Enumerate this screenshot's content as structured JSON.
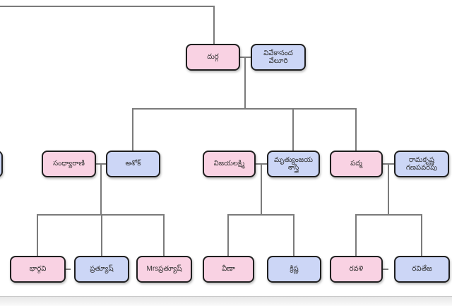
{
  "diagram": {
    "kind": "family-tree-chart",
    "language": "Telugu"
  },
  "colors": {
    "female_box": "#F9D2E3",
    "male_box": "#CCD6F6",
    "box_border": "#1F1F1F",
    "line": "#7B7B7B",
    "background": "#FFFFFF",
    "text": "#333333"
  },
  "people": {
    "durga": {
      "name": "దుర్గ"
    },
    "vivekananda": {
      "name": "వివేకానంద వేలూరి"
    },
    "sandhyarani": {
      "name": "సంధ్యారాణి"
    },
    "ashok": {
      "name": "అశోక్"
    },
    "vijayalakshmi": {
      "name": "విజయలక్ష్మి"
    },
    "mrutyunjaya": {
      "name": "మృత్యుంజయ శాస్త్రి"
    },
    "padma": {
      "name": "పద్మ"
    },
    "ramakrishna": {
      "name": "రామకృష్ణ గణపవరపు"
    },
    "bhargavi": {
      "name": "భార్గవి"
    },
    "pratyush": {
      "name": "ప్రత్యూష్"
    },
    "mrs_pratyush": {
      "name": "Mrsప్రత్యూష్"
    },
    "veena": {
      "name": "వీణా"
    },
    "krishna": {
      "name": "క్రిష్ణ"
    },
    "ravali": {
      "name": "రవళి"
    },
    "raviteja": {
      "name": "రవితేజ"
    },
    "partial_left": {
      "name": ""
    }
  },
  "relationships": {
    "top_couple": [
      "దుర్గ",
      "వివేకానంద వేలూరి"
    ],
    "children_couples": [
      [
        "సంధ్యారాణి",
        "అశోక్"
      ],
      [
        "విజయలక్ష్మి",
        "మృత్యుంజయ శాస్త్రి"
      ],
      [
        "పద్మ",
        "రామకృష్ణ గణపవరపు"
      ]
    ],
    "grandchildren": {
      "sandhyarani_ashok": [
        "భార్గవి",
        "ప్రత్యూష్",
        "Mrsప్రత్యూష్"
      ],
      "vijayalakshmi_mrutyunjaya": [
        "వీణా",
        "క్రిష్ణ"
      ],
      "padma_ramakrishna": [
        "రవళి",
        "రవితేజ"
      ]
    }
  }
}
